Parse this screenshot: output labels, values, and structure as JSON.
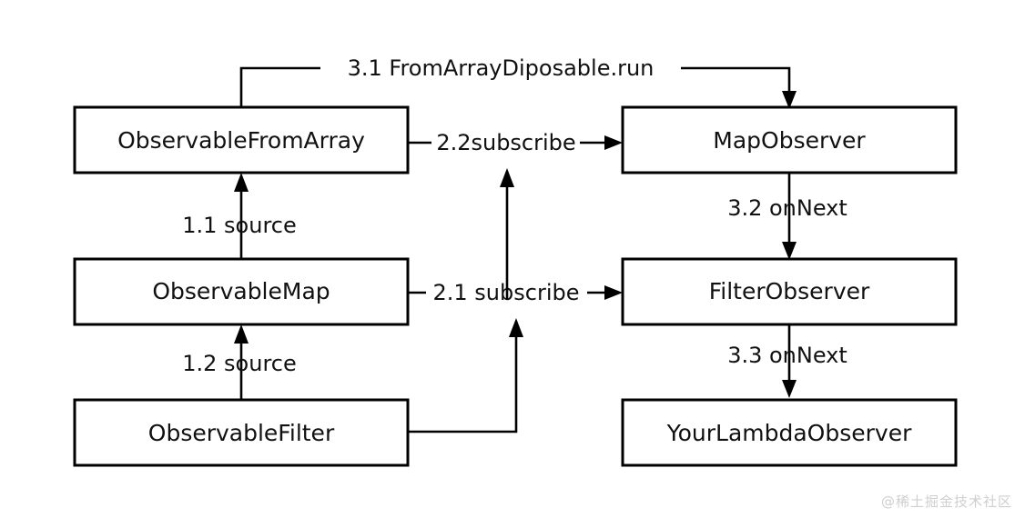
{
  "diagram": {
    "type": "flow-diagram",
    "title": "RxJava Observable subscribe chain",
    "background_color": "#ffffff",
    "stroke_color": "#000000",
    "text_color": "#111111",
    "nodes": [
      {
        "id": "observable_from_array",
        "label": "ObservableFromArray",
        "column": "left",
        "row": 1
      },
      {
        "id": "observable_map",
        "label": "ObservableMap",
        "column": "left",
        "row": 2
      },
      {
        "id": "observable_filter",
        "label": "ObservableFilter",
        "column": "left",
        "row": 3
      },
      {
        "id": "map_observer",
        "label": "MapObserver",
        "column": "right",
        "row": 1
      },
      {
        "id": "filter_observer",
        "label": "FilterObserver",
        "column": "right",
        "row": 2
      },
      {
        "id": "your_lambda_observer",
        "label": "YourLambdaObserver",
        "column": "right",
        "row": 3
      }
    ],
    "edges": [
      {
        "id": "edge_3_1",
        "label": "3.1 FromArrayDiposable.run",
        "from": "observable_from_array",
        "to": "map_observer",
        "direction": "right-down"
      },
      {
        "id": "edge_2_2",
        "label": "2.2subscribe",
        "from": "observable_from_array",
        "to": "map_observer",
        "direction": "right"
      },
      {
        "id": "edge_2_1",
        "label": "2.1 subscribe",
        "from": "observable_map",
        "to": "filter_observer",
        "direction": "right"
      },
      {
        "id": "edge_1_1",
        "label": "1.1 source",
        "from": "observable_map",
        "to": "observable_from_array",
        "direction": "up"
      },
      {
        "id": "edge_1_2",
        "label": "1.2 source",
        "from": "observable_filter",
        "to": "observable_map",
        "direction": "up"
      },
      {
        "id": "edge_3_2",
        "label": "3.2 onNext",
        "from": "map_observer",
        "to": "filter_observer",
        "direction": "down"
      },
      {
        "id": "edge_3_3",
        "label": "3.3 onNext",
        "from": "filter_observer",
        "to": "your_lambda_observer",
        "direction": "down"
      }
    ]
  },
  "watermark": {
    "text": "@稀土掘金技术社区"
  }
}
